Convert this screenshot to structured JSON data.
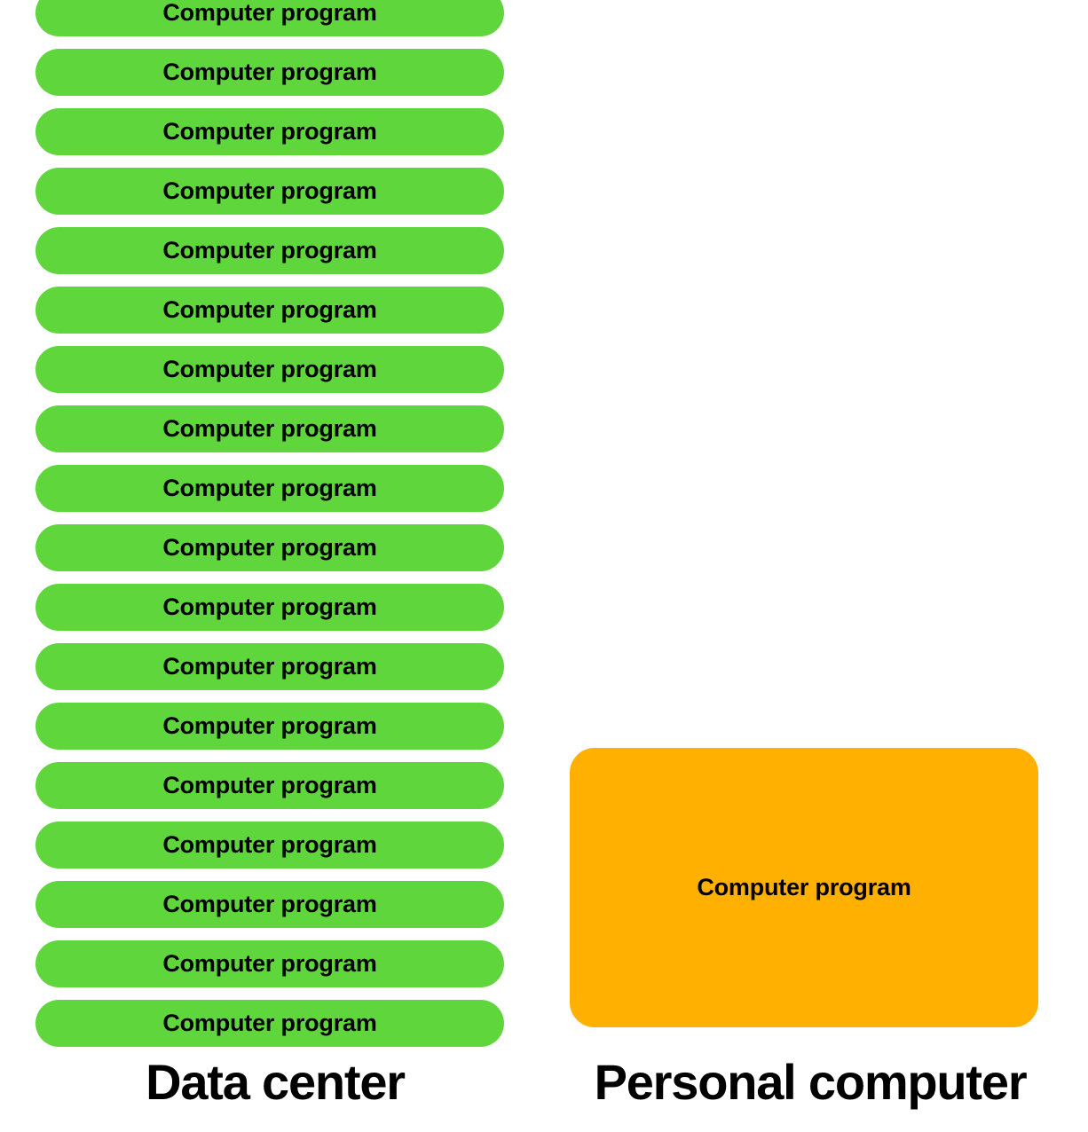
{
  "diagram": {
    "background_color": "#ffffff",
    "columns": [
      {
        "id": "data-center",
        "caption": "Data center",
        "shape": "pill",
        "color": "#5ED63C",
        "item_label": "Computer program",
        "item_count": 18,
        "items": [
          {
            "label": "Computer program"
          },
          {
            "label": "Computer program"
          },
          {
            "label": "Computer program"
          },
          {
            "label": "Computer program"
          },
          {
            "label": "Computer program"
          },
          {
            "label": "Computer program"
          },
          {
            "label": "Computer program"
          },
          {
            "label": "Computer program"
          },
          {
            "label": "Computer program"
          },
          {
            "label": "Computer program"
          },
          {
            "label": "Computer program"
          },
          {
            "label": "Computer program"
          },
          {
            "label": "Computer program"
          },
          {
            "label": "Computer program"
          },
          {
            "label": "Computer program"
          },
          {
            "label": "Computer program"
          },
          {
            "label": "Computer program"
          },
          {
            "label": "Computer program"
          }
        ]
      },
      {
        "id": "personal-computer",
        "caption": "Personal computer",
        "shape": "rounded-rectangle",
        "color": "#FFB000",
        "item_label": "Computer program",
        "item_count": 1,
        "items": [
          {
            "label": "Computer program"
          }
        ]
      }
    ]
  },
  "chart_data": {
    "type": "bar",
    "title": "",
    "xlabel": "",
    "ylabel": "",
    "categories": [
      "Data center",
      "Personal computer"
    ],
    "values": [
      18,
      1
    ],
    "series": [
      {
        "name": "Computer program",
        "values": [
          18,
          1
        ]
      }
    ],
    "colors": [
      "#5ED63C",
      "#FFB000"
    ],
    "annotations": [
      "Computer program"
    ],
    "legend": "none",
    "grid": false
  }
}
